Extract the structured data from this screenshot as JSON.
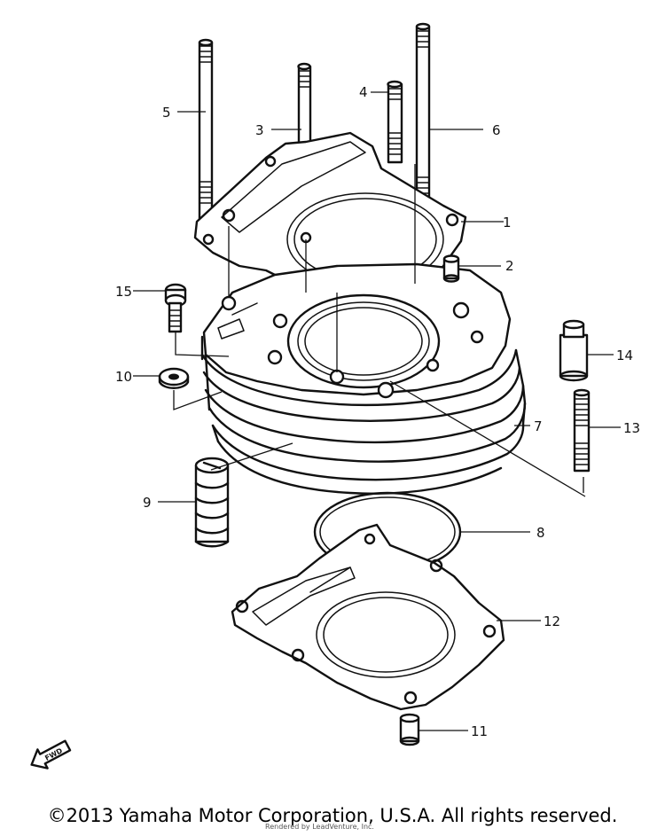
{
  "diagram": {
    "callouts": [
      {
        "id": "callout-1",
        "label": "1"
      },
      {
        "id": "callout-2",
        "label": "2"
      },
      {
        "id": "callout-3",
        "label": "3"
      },
      {
        "id": "callout-4",
        "label": "4"
      },
      {
        "id": "callout-5",
        "label": "5"
      },
      {
        "id": "callout-6",
        "label": "6"
      },
      {
        "id": "callout-7",
        "label": "7"
      },
      {
        "id": "callout-8",
        "label": "8"
      },
      {
        "id": "callout-9",
        "label": "9"
      },
      {
        "id": "callout-10",
        "label": "10"
      },
      {
        "id": "callout-11",
        "label": "11"
      },
      {
        "id": "callout-12",
        "label": "12"
      },
      {
        "id": "callout-13",
        "label": "13"
      },
      {
        "id": "callout-14",
        "label": "14"
      },
      {
        "id": "callout-15",
        "label": "15"
      }
    ],
    "fwd_label": "FWD"
  },
  "footer": {
    "copyright": "©2013 Yamaha Motor Corporation, U.S.A. All rights reserved.",
    "render_credit": "Rendered by LeadVenture, Inc."
  }
}
